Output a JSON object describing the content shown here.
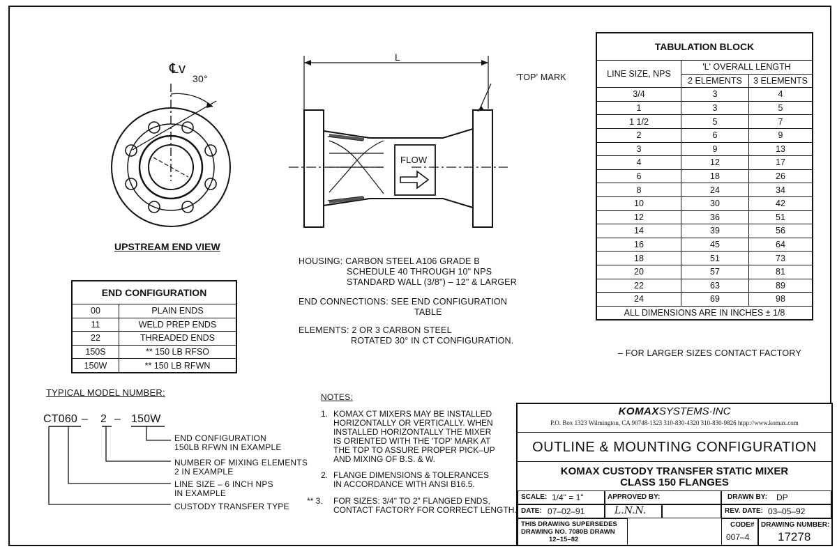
{
  "end_view": {
    "centerline_label": "℄v",
    "angle_label": "30°",
    "title": "UPSTREAM END VIEW"
  },
  "side_view": {
    "length_label": "L",
    "top_mark_label": "'TOP' MARK",
    "flow_label": "FLOW"
  },
  "specs": {
    "housing": [
      "HOUSING: CARBON STEEL A106 GRADE B",
      "SCHEDULE 40 THROUGH 10\" NPS",
      "STANDARD WALL (3/8\") – 12\" & LARGER"
    ],
    "end_connections": [
      "END CONNECTIONS: SEE END CONFIGURATION",
      "TABLE"
    ],
    "elements": [
      "ELEMENTS: 2 OR 3 CARBON STEEL",
      "ROTATED 30° IN CT CONFIGURATION."
    ]
  },
  "end_configuration": {
    "title": "END CONFIGURATION",
    "rows": [
      {
        "code": "00",
        "desc": "PLAIN ENDS"
      },
      {
        "code": "11",
        "desc": "WELD PREP ENDS"
      },
      {
        "code": "22",
        "desc": "THREADED ENDS"
      },
      {
        "code": "150S",
        "desc": "** 150 LB RFSO"
      },
      {
        "code": "150W",
        "desc": "** 150 LB RFWN"
      }
    ]
  },
  "model_number": {
    "heading": "TYPICAL MODEL NUMBER:",
    "parts": [
      "CT060",
      "–",
      "2",
      "–",
      "150W"
    ],
    "callouts": [
      [
        "END CONFIGURATION",
        "150LB RFWN IN EXAMPLE"
      ],
      [
        "NUMBER OF MIXING ELEMENTS",
        "2 IN EXAMPLE"
      ],
      [
        "LINE SIZE – 6 INCH NPS",
        "IN EXAMPLE"
      ],
      [
        "CUSTODY TRANSFER TYPE"
      ]
    ]
  },
  "tabulation": {
    "title": "TABULATION BLOCK",
    "col_line_size": "LINE SIZE, NPS",
    "col_group": "'L' OVERALL LENGTH",
    "col_2": "2 ELEMENTS",
    "col_3": "3 ELEMENTS",
    "rows": [
      [
        "3/4",
        "3",
        "4"
      ],
      [
        "1",
        "3",
        "5"
      ],
      [
        "1 1/2",
        "5",
        "7"
      ],
      [
        "2",
        "6",
        "9"
      ],
      [
        "3",
        "9",
        "13"
      ],
      [
        "4",
        "12",
        "17"
      ],
      [
        "6",
        "18",
        "26"
      ],
      [
        "8",
        "24",
        "34"
      ],
      [
        "10",
        "30",
        "42"
      ],
      [
        "12",
        "36",
        "51"
      ],
      [
        "14",
        "39",
        "56"
      ],
      [
        "16",
        "45",
        "64"
      ],
      [
        "18",
        "51",
        "73"
      ],
      [
        "20",
        "57",
        "81"
      ],
      [
        "22",
        "63",
        "89"
      ],
      [
        "24",
        "69",
        "98"
      ]
    ],
    "footer": "ALL DIMENSIONS ARE IN INCHES ± 1/8",
    "larger_note": "– FOR LARGER SIZES CONTACT FACTORY"
  },
  "notes": {
    "heading": "NOTES:",
    "items": [
      {
        "mark": "1.",
        "lines": [
          "KOMAX CT MIXERS MAY BE INSTALLED",
          "HORIZONTALLY OR VERTICALLY. WHEN",
          "INSTALLED HORIZONTALLY THE MIXER",
          "IS ORIENTED WITH THE 'TOP' MARK AT",
          "THE TOP TO ASSURE PROPER PICK–UP",
          "AND MIXING OF B.S. & W."
        ]
      },
      {
        "mark": "2.",
        "lines": [
          "FLANGE DIMENSIONS & TOLERANCES",
          "IN ACCORDANCE WITH ANSI B16.5."
        ]
      },
      {
        "mark": "** 3.",
        "lines": [
          "FOR SIZES: 3/4\" TO 2\" FLANGED ENDS,",
          "CONTACT FACTORY FOR CORRECT LENGTH."
        ]
      }
    ]
  },
  "title_block": {
    "company_bold": "KOMAX",
    "company_rest": "SYSTEMS·INC",
    "address": "P.O. Box 1323 Wilmington, CA 90748-1323 310-830-4320 310-830-9826 htpp://www.komax.com",
    "main_title": "OUTLINE & MOUNTING CONFIGURATION",
    "sub_title_1": "KOMAX CUSTODY TRANSFER STATIC MIXER",
    "sub_title_2": "CLASS 150 FLANGES",
    "scale_label": "SCALE:",
    "scale_value": "1/4\" = 1\"",
    "approved_label": "APPROVED BY:",
    "approved_value": "L.N.N.",
    "drawn_label": "DRAWN BY:",
    "drawn_value": "DP",
    "date_label": "DATE:",
    "date_value": "07–02–91",
    "rev_label": "REV. DATE:",
    "rev_value": "03–05–92",
    "supersedes": [
      "THIS DRAWING SUPERSEDES",
      "DRAWING NO. 7080B DRAWN",
      "12–15–82"
    ],
    "code_label": "CODE#",
    "code_value": "007–4",
    "drawing_label": "DRAWING NUMBER:",
    "drawing_value": "17278"
  },
  "colors": {
    "ink": "#111111",
    "paper": "#ffffff"
  }
}
